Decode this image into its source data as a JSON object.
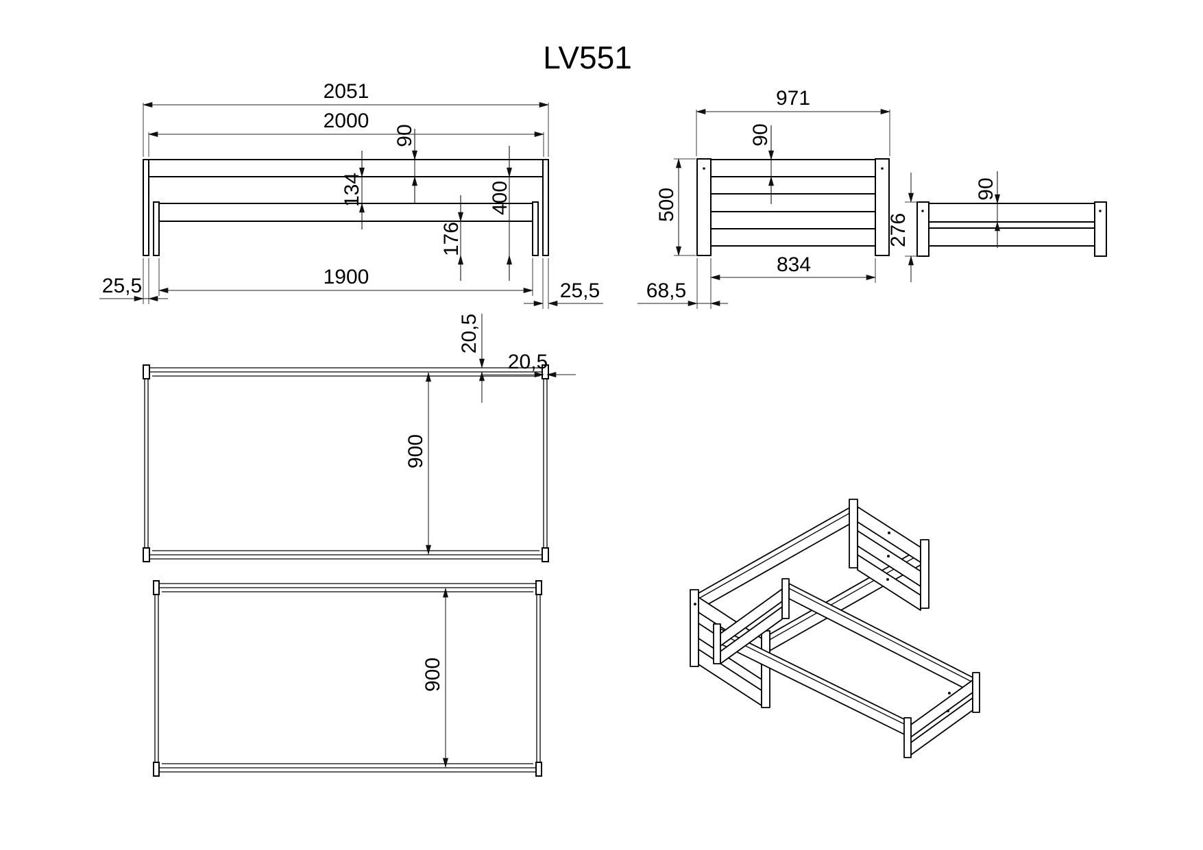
{
  "title": "LV551",
  "side_view": {
    "overall_length": "2051",
    "rail_length": "2000",
    "rail_height": "90",
    "rail_gap": "134",
    "rail_underside_height": "400",
    "trundle_rail_underside": "176",
    "inner_length": "1900",
    "post_depth_left": "25,5",
    "post_depth_right": "25,5"
  },
  "front_view": {
    "overall_width": "971",
    "slat_height": "90",
    "overall_height": "500",
    "inner_width": "834",
    "post_width": "68,5"
  },
  "trundle_end_view": {
    "slat_height": "90",
    "overall_height": "276"
  },
  "plan_upper": {
    "rail_thickness": "20,5",
    "side_rail_thickness": "20,5",
    "inner_depth": "900"
  },
  "plan_trundle": {
    "inner_depth": "900"
  }
}
